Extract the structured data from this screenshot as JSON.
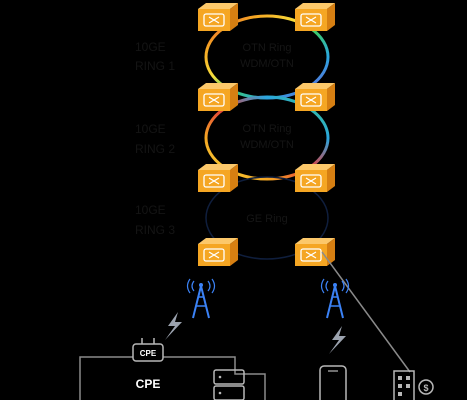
{
  "background_color": "#000000",
  "ring_label_color": "#141414",
  "colors": {
    "router_face": "#f5a623",
    "router_top": "#fcc86a",
    "router_side": "#d67f12",
    "tower": "#3b82f6",
    "bolt": "#9ca3af",
    "line": "#8a8a8a",
    "device": "#b8b8b8",
    "ring3": "#0f1e3d"
  },
  "rings": [
    {
      "label_left_1": "10GE",
      "label_left_2": "RING 1",
      "label_center_1": "OTN Ring",
      "label_center_2": "WDM/OTN",
      "style": "rainbow"
    },
    {
      "label_left_1": "10GE",
      "label_left_2": "RING 2",
      "label_center_1": "OTN Ring",
      "label_center_2": "WDM/OTN",
      "style": "rainbow"
    },
    {
      "label_left_1": "10GE",
      "label_left_2": "RING 3",
      "label_center_1": "GE Ring",
      "label_center_2": "",
      "style": "dark"
    }
  ],
  "routers": [
    {
      "name": "router-1-left",
      "icon": "router-icon"
    },
    {
      "name": "router-1-right",
      "icon": "router-icon"
    },
    {
      "name": "router-2-left",
      "icon": "router-icon"
    },
    {
      "name": "router-2-right",
      "icon": "router-icon"
    },
    {
      "name": "router-3-left",
      "icon": "router-icon"
    },
    {
      "name": "router-3-right",
      "icon": "router-icon"
    },
    {
      "name": "router-4-left",
      "icon": "router-icon"
    },
    {
      "name": "router-4-right",
      "icon": "router-icon"
    }
  ],
  "access": {
    "cpe_device_text": "CPE",
    "cpe_label": "CPE",
    "icons": [
      "antenna-tower-icon",
      "antenna-tower-icon",
      "lightning-bolt-icon",
      "lightning-bolt-icon",
      "cpe-device-icon",
      "server-icon",
      "mobile-phone-icon",
      "office-building-icon"
    ]
  }
}
